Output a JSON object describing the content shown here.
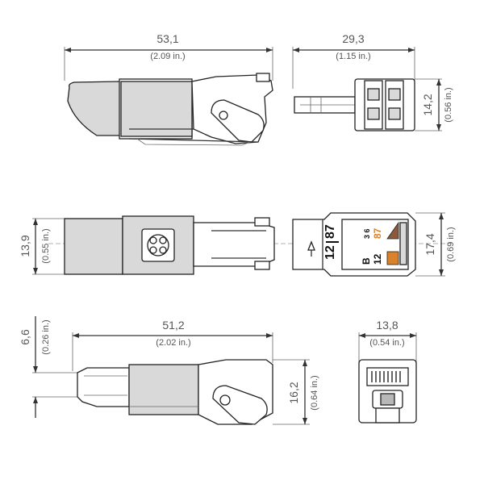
{
  "dimensions": {
    "top_length": {
      "value": "53,1",
      "inches": "(2.09 in.)"
    },
    "top_width": {
      "value": "29,3",
      "inches": "(1.15 in.)"
    },
    "top_height": {
      "value": "14,2",
      "inches": "(0.56 in.)"
    },
    "mid_left_height": {
      "value": "13,9",
      "inches": "(0.55 in.)"
    },
    "mid_right_height": {
      "value": "17,4",
      "inches": "(0.69 in.)"
    },
    "bottom_offset": {
      "value": "6,6",
      "inches": "(0.26 in.)"
    },
    "bottom_length": {
      "value": "51,2",
      "inches": "(2.02 in.)"
    },
    "bottom_height": {
      "value": "16,2",
      "inches": "(0.64 in.)"
    },
    "end_width": {
      "value": "13,8",
      "inches": "(0.54 in.)"
    }
  },
  "pin_labels": {
    "big_left": "12",
    "big_right": "87",
    "pair_top": "87",
    "pair_bottom": "12",
    "block_letter": "B",
    "slot_code": "3 6"
  },
  "colors": {
    "orange": "#d9822b",
    "brown": "#8a5a3b",
    "line": "#222222"
  }
}
